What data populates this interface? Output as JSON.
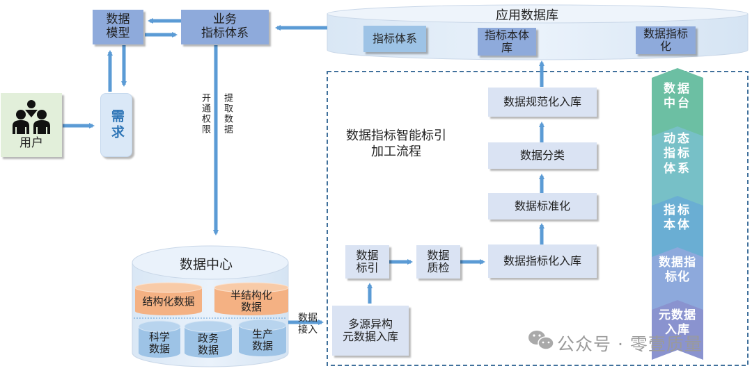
{
  "user": {
    "label": "用户",
    "icon": "users-group-icon"
  },
  "demand": {
    "label": "需求"
  },
  "data_model": {
    "label_line1": "数据",
    "label_line2": "模型"
  },
  "business_index": {
    "label_line1": "业务",
    "label_line2": "指标体系"
  },
  "connector_labels": {
    "open_permission": "开通权限",
    "extract_data": "提取数据",
    "data_access_line1": "数据",
    "data_access_line2": "接入"
  },
  "app_database": {
    "title": "应用数据库",
    "items": [
      {
        "label_line1": "指标体系",
        "label_line2": ""
      },
      {
        "label_line1": "指标本体",
        "label_line2": "库"
      },
      {
        "label_line1": "数据指标",
        "label_line2": "化"
      }
    ]
  },
  "data_center": {
    "title": "数据中心",
    "upper": [
      {
        "label_line1": "结构化数据",
        "label_line2": ""
      },
      {
        "label_line1": "半结构化",
        "label_line2": "数据"
      }
    ],
    "lower": [
      {
        "label_line1": "科学",
        "label_line2": "数据"
      },
      {
        "label_line1": "政务",
        "label_line2": "数据"
      },
      {
        "label_line1": "生产",
        "label_line2": "数据"
      }
    ]
  },
  "process": {
    "title_line1": "数据指标智能标引",
    "title_line2": "加工流程",
    "steps": {
      "multi_source": {
        "label_line1": "多源异构",
        "label_line2": "元数据入库"
      },
      "indexing": {
        "label_line1": "数据",
        "label_line2": "标引"
      },
      "quality": {
        "label_line1": "数据",
        "label_line2": "质检"
      },
      "indexed_storage": {
        "label": "数据指标化入库"
      },
      "standardize": {
        "label": "数据标准化"
      },
      "classify": {
        "label": "数据分类"
      },
      "normalized_storage": {
        "label": "数据规范化入库"
      }
    }
  },
  "layers": [
    {
      "label_line1": "数据",
      "label_line2": "中台",
      "label_line3": "",
      "color": "#6cbfa3"
    },
    {
      "label_line1": "动态",
      "label_line2": "指标",
      "label_line3": "体系",
      "color": "#77c0c7"
    },
    {
      "label_line1": "指标",
      "label_line2": "本体",
      "label_line3": "",
      "color": "#6aaed3"
    },
    {
      "label_line1": "数据指",
      "label_line2": "标化",
      "label_line3": "",
      "color": "#8da9dc"
    },
    {
      "label_line1": "元数据",
      "label_line2": "入库",
      "label_line3": "",
      "color": "#8a93cf"
    }
  ],
  "watermark": {
    "text": "公众号 · 零壹质量",
    "icon": "wechat-icon"
  },
  "colors": {
    "arrow": "#5b9bd5",
    "dashed_border": "#41719c",
    "orange": "#f4b183",
    "cyl_blue": "#9dc3e6"
  }
}
